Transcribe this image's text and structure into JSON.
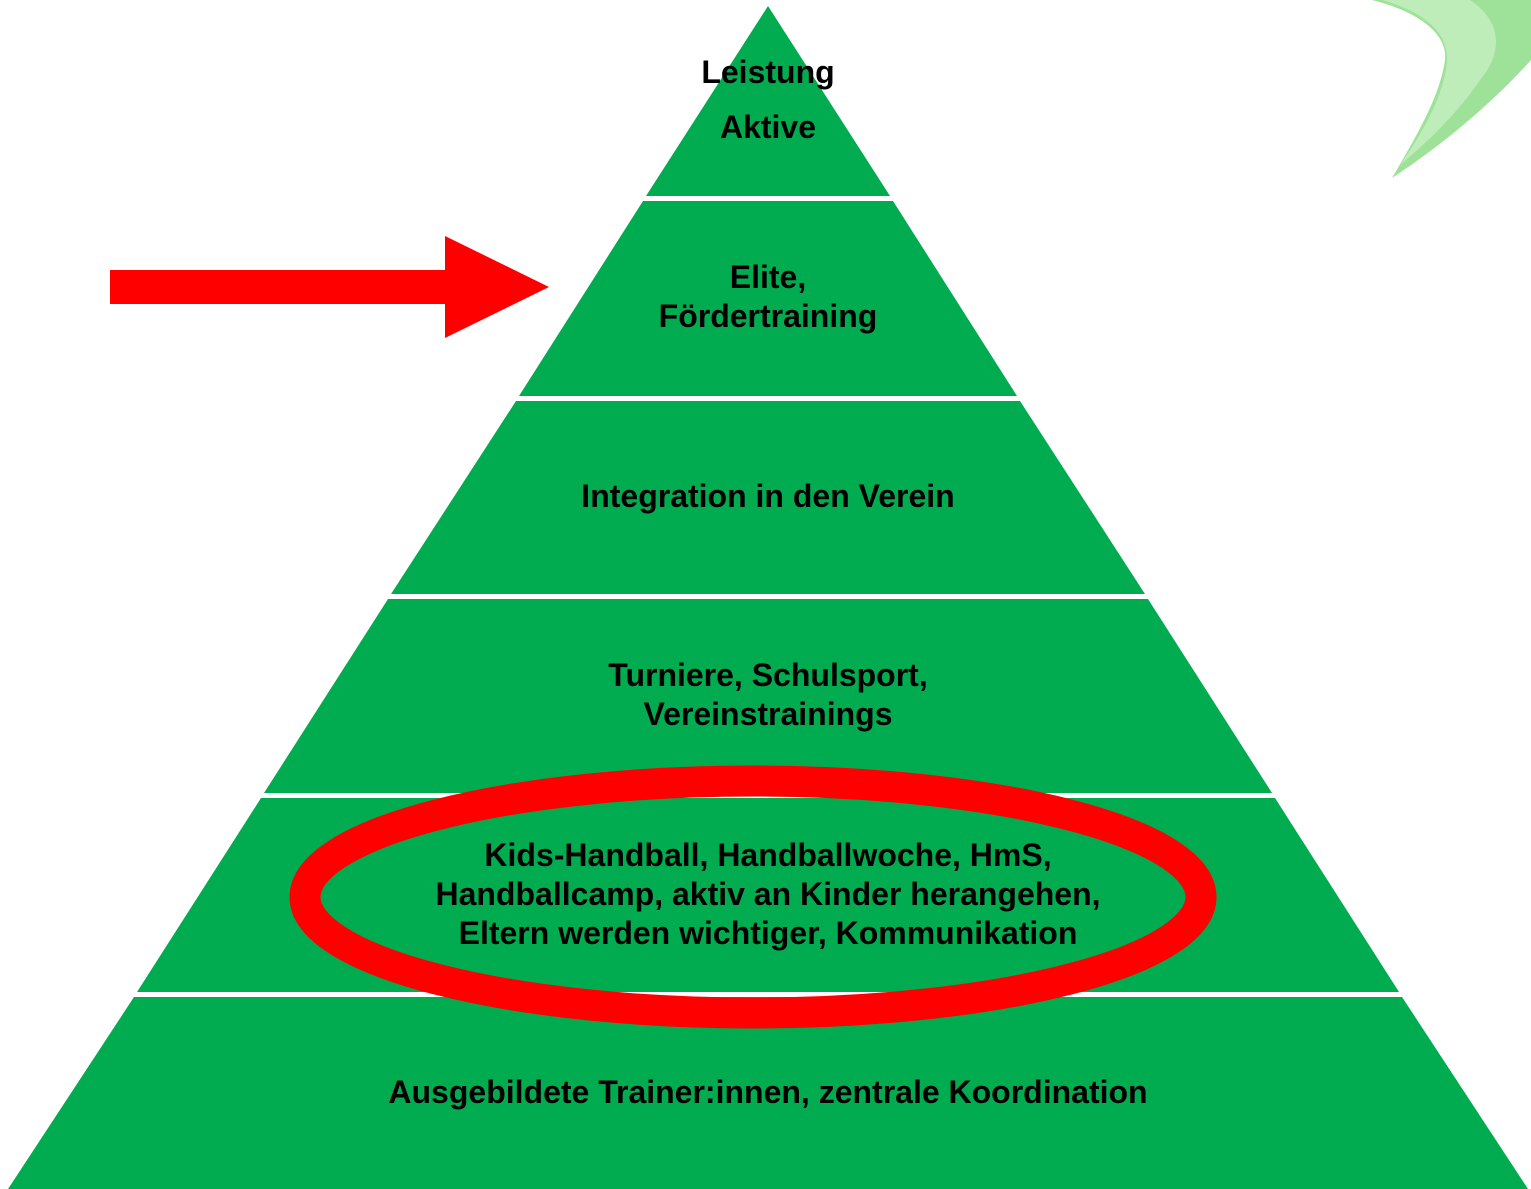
{
  "colors": {
    "pyramid_fill": "#00ac4f",
    "separator": "#ffffff",
    "highlight": "#ff0000",
    "corner_logo": "#9ee29a",
    "text": "#000000"
  },
  "pyramid": {
    "levels": [
      {
        "lines": [
          "Leistung",
          "Aktive"
        ]
      },
      {
        "lines": [
          "Elite,",
          "Fördertraining"
        ]
      },
      {
        "lines": [
          "Integration in den Verein"
        ]
      },
      {
        "lines": [
          "Turniere, Schulsport,",
          "Vereinstrainings"
        ]
      },
      {
        "lines": [
          "Kids-Handball, Handballwoche, HmS,",
          "Handballcamp, aktiv an Kinder herangehen,",
          "Eltern werden wichtiger, Kommunikation"
        ]
      },
      {
        "lines": [
          "Ausgebildete Trainer:innen, zentrale Koordination"
        ]
      }
    ]
  },
  "annotations": {
    "arrow": {
      "icon": "right-arrow-icon",
      "points_to_level": 1
    },
    "ellipse": {
      "icon": "highlight-ellipse",
      "circles_level": 4
    }
  },
  "decoration": {
    "icon": "corner-leaf-logo"
  }
}
